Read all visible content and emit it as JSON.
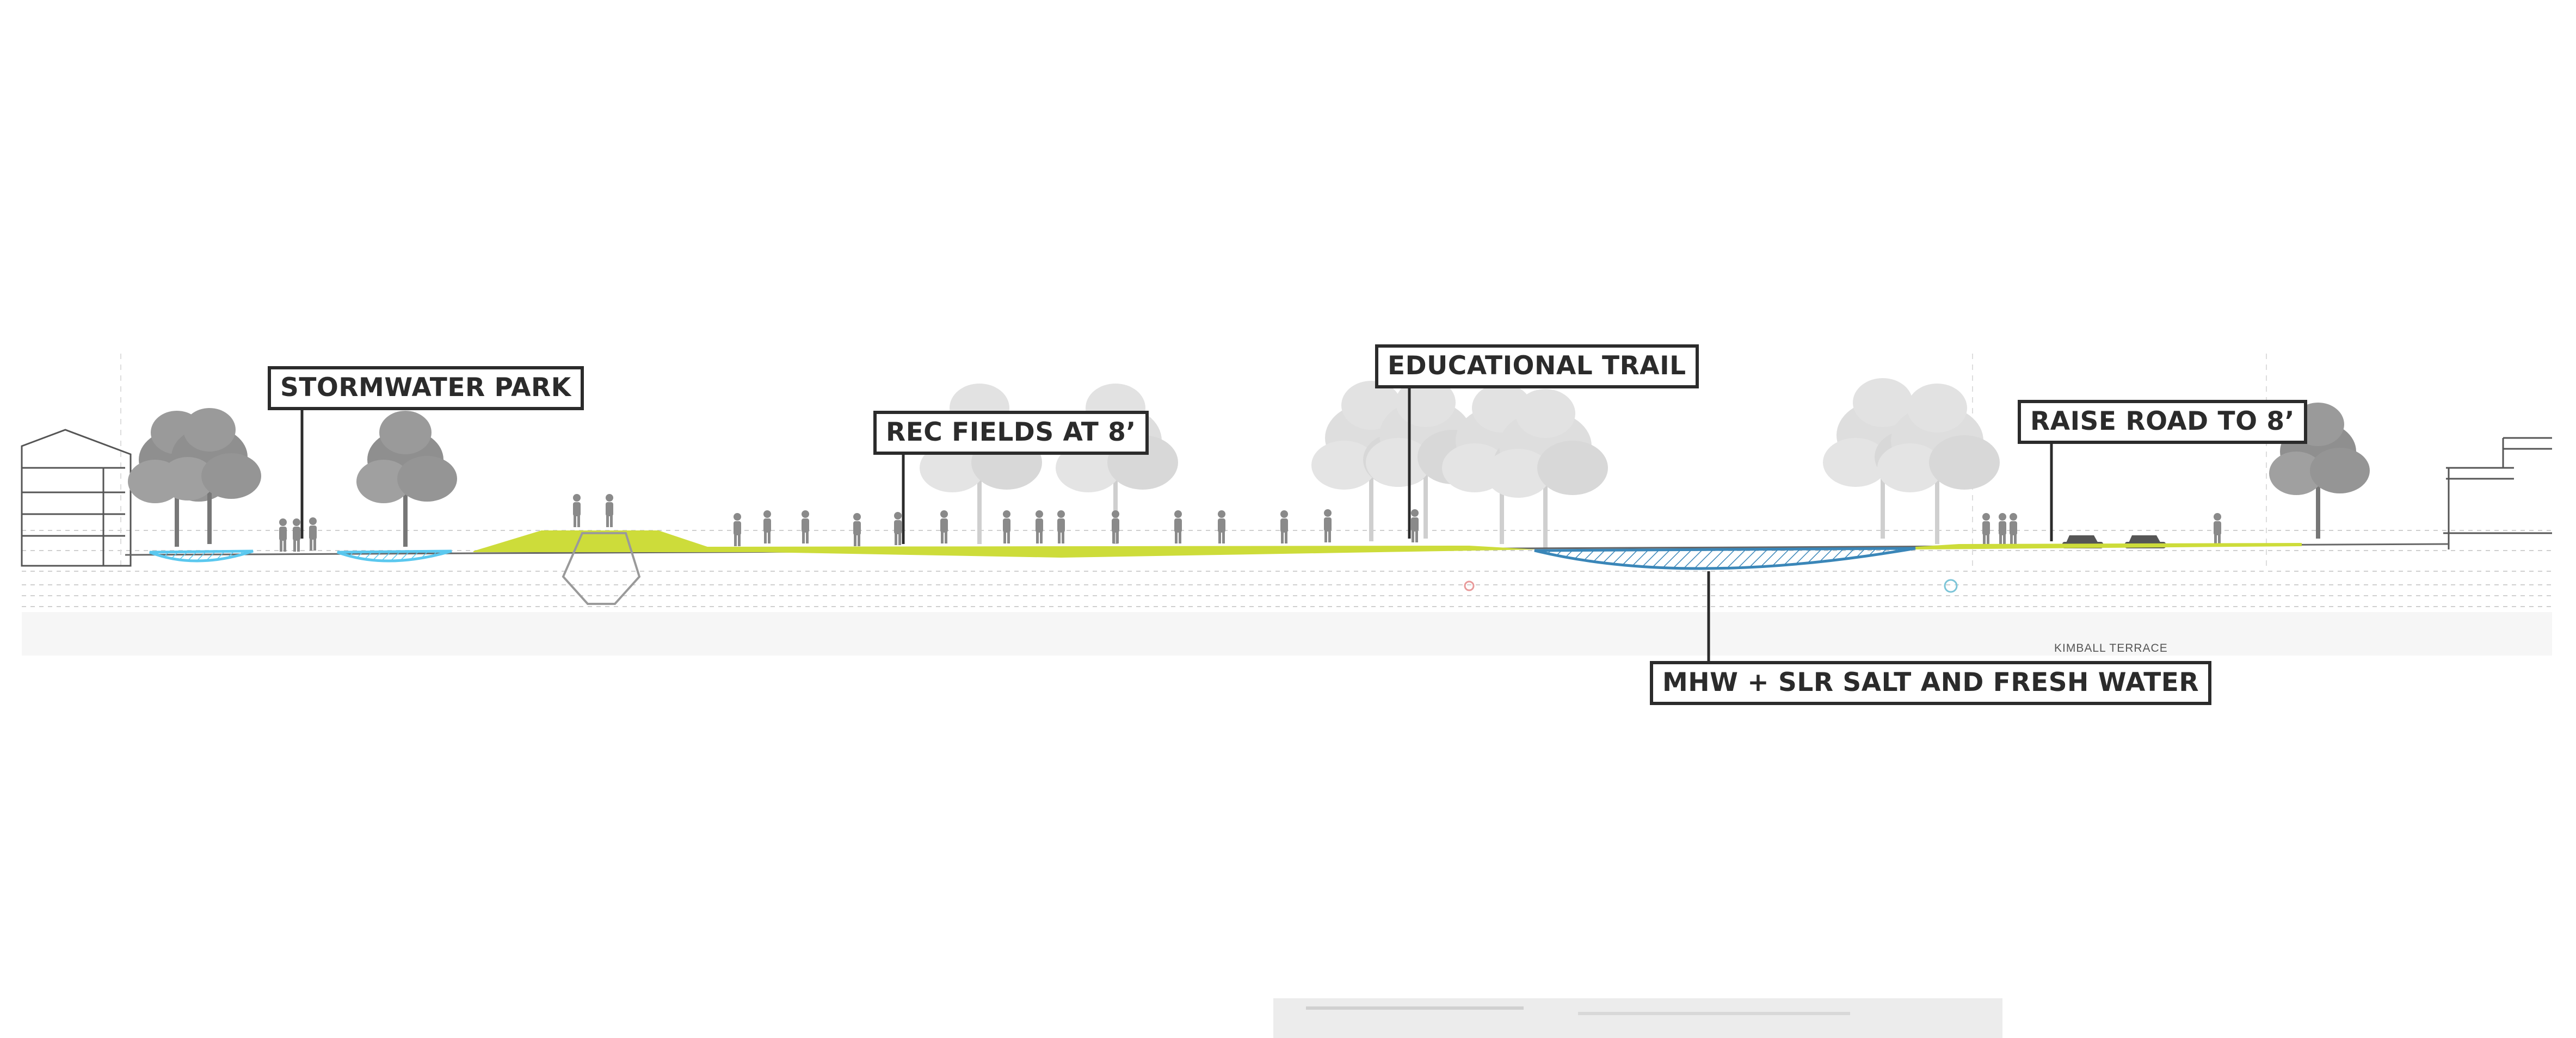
{
  "callouts": {
    "stormwater": "STORMWATER PARK",
    "rec_fields": "REC FIELDS AT 8’",
    "trail": "EDUCATIONAL TRAIL",
    "raise_road": "RAISE ROAD TO 8’",
    "mhw": "MHW + SLR SALT AND FRESH WATER"
  },
  "road_name": "KIMBALL TERRACE",
  "colors": {
    "berm_green": "#cddc3a",
    "bioswale_blue": "#5bc8ef",
    "marsh_blue": "#3a86b8",
    "ink": "#2b2b2b",
    "tree_grey": "#8a8a8a",
    "guide_line": "#c9c9c9"
  }
}
